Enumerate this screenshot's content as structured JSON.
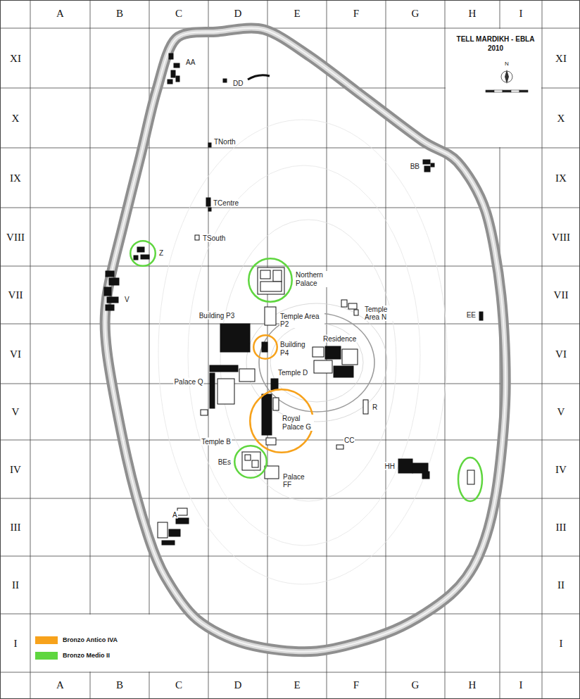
{
  "diagram": {
    "title": "TELL MARDIKH - EBLA 2010",
    "nodes": [
      {
        "text": [
          "Z"
        ]
      },
      {
        "text": [
          "Northern Palace"
        ]
      },
      {
        "text": [
          "Building P4"
        ]
      },
      {
        "text": [
          "Royal Palace G"
        ]
      },
      {
        "text": [
          "BEs"
        ]
      }
    ],
    "labels": [
      "A",
      "B",
      "C",
      "D",
      "E",
      "F",
      "G",
      "H",
      "I",
      "XI",
      "X",
      "IX",
      "VIII",
      "VII",
      "VI",
      "V",
      "IV",
      "III",
      "II",
      "I",
      "XI",
      "X",
      "IX",
      "VIII",
      "VII",
      "VI",
      "V",
      "IV",
      "III",
      "II",
      "I",
      "A",
      "B",
      "C",
      "D",
      "E",
      "F",
      "G",
      "H",
      "I",
      "AA",
      "DD",
      "TNorth",
      "TCentre",
      "TSouth",
      "BB",
      "V",
      "Temple Area N",
      "Building P3",
      "Temple Area P2",
      "Residence",
      "EE",
      "Temple D",
      "Palace Q",
      "R",
      "CC",
      "Temple B",
      "Palace FF",
      "HH",
      "A",
      "N"
    ],
    "legend": [
      {
        "text": "Bronzo Antico IVA",
        "color": "#f7a21b"
      },
      {
        "text": "Bronzo Medio II",
        "color": "#5fd63f"
      }
    ]
  }
}
